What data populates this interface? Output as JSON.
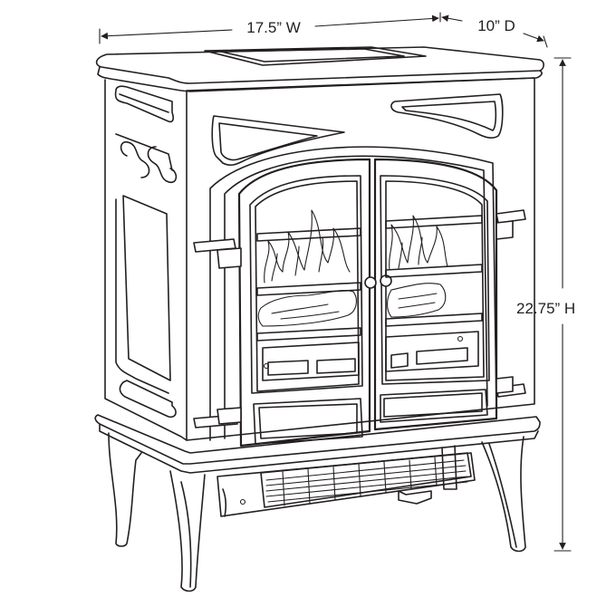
{
  "dimensions": {
    "width_label": "17.5” W",
    "depth_label": "10” D",
    "height_label": "22.75” H"
  },
  "colors": {
    "line": "#231f20",
    "background": "#ffffff"
  }
}
